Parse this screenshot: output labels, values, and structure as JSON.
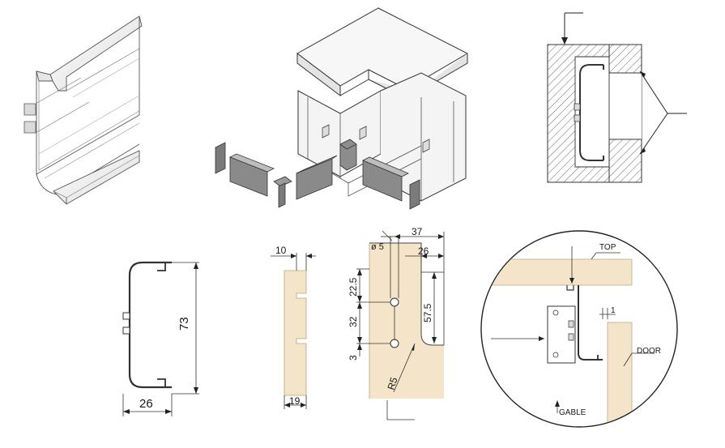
{
  "colors": {
    "wood": "#f4e4c9",
    "wood_dark": "#e8d3ae",
    "metal": "#f2f2f2",
    "metal_dark": "#8a8a8a",
    "dark_part": "#6e6e6e",
    "line": "#222222"
  },
  "profile": {
    "height_label": "73",
    "width_label": "26"
  },
  "panel_section": {
    "top_label": "10",
    "bottom_label": "19"
  },
  "hole_drawing": {
    "diameter_label": "ø 5",
    "overall_width_label": "37",
    "inner_width_label": "26",
    "spacing_top_label": "22.5",
    "spacing_mid_label": "32",
    "bottom_gap_label": "3",
    "depth_label": "57.5",
    "radius_label": "R5"
  },
  "detail": {
    "top_label": "TOP",
    "door_label": "DOOR",
    "gable_label": "GABLE",
    "gap_label": "1"
  }
}
